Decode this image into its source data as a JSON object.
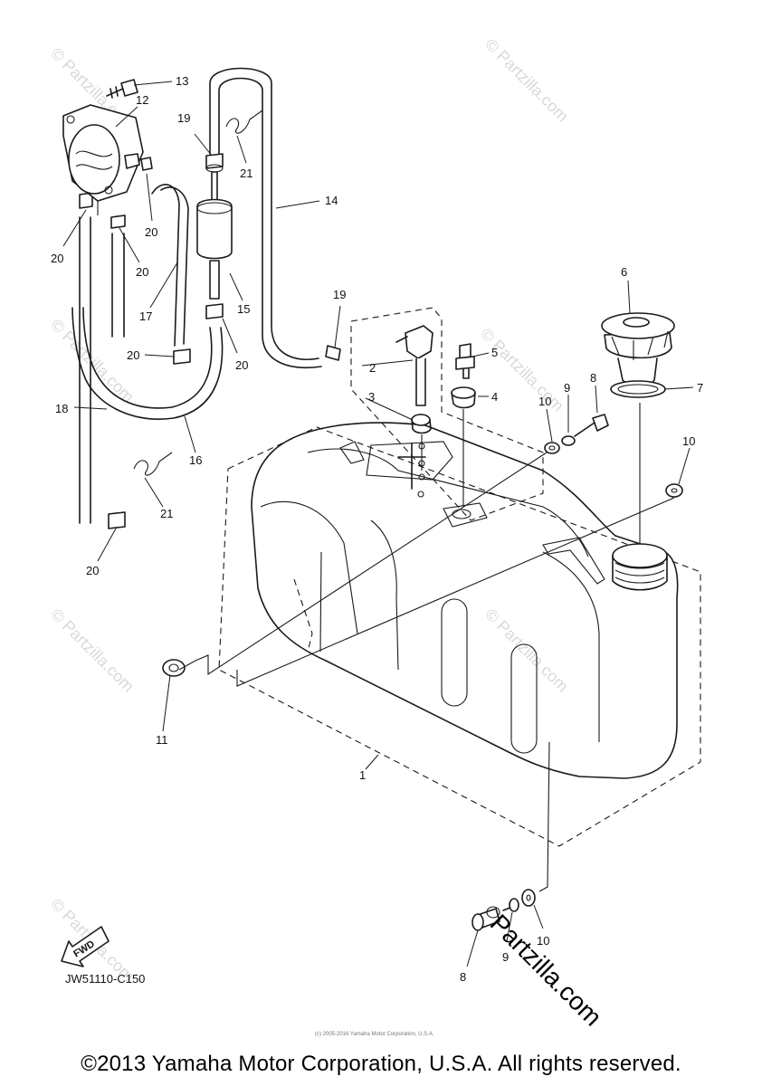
{
  "diagram_code": "JW51110-C150",
  "fwd_label": "FWD",
  "copyright": "©2013 Yamaha Motor Corporation, U.S.A. All rights reserved.",
  "tiny_copyright": "(c) 2005-2016 Yamaha Motor Corporation, U.S.A.",
  "watermark_text": "© Partzilla.com",
  "watermark_big": "Partzilla.com",
  "callouts": [
    "1",
    "2",
    "3",
    "4",
    "5",
    "6",
    "7",
    "8",
    "8",
    "9",
    "9",
    "10",
    "10",
    "10",
    "11",
    "12",
    "13",
    "14",
    "15",
    "16",
    "17",
    "18",
    "19",
    "19",
    "20",
    "20",
    "20",
    "20",
    "20",
    "20",
    "21",
    "21"
  ]
}
